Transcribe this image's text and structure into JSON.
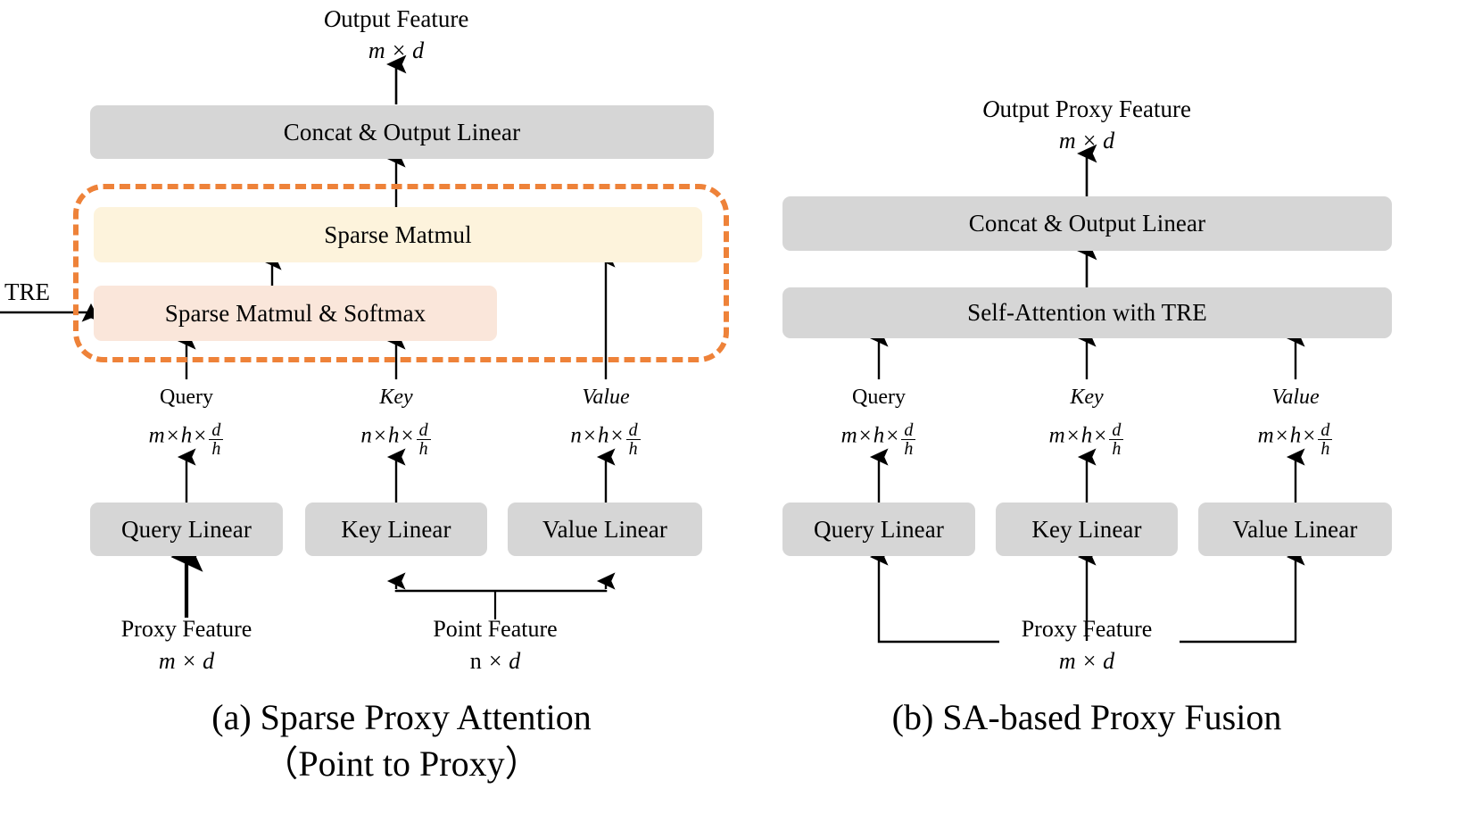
{
  "figure": {
    "panels": [
      {
        "id": "a",
        "caption_line1": "(a)  Sparse Proxy Attention",
        "caption_line2": "（Point to Proxy）",
        "output": {
          "title": "Output Feature",
          "dims": "m × d"
        },
        "blocks": [
          {
            "name": "concat-output-linear",
            "label": "Concat & Output Linear",
            "color": "#d6d6d6"
          },
          {
            "name": "sparse-matmul",
            "label": "Sparse Matmul",
            "color": "#fdf3dc"
          },
          {
            "name": "sparse-matmul-softmax",
            "label": "Sparse Matmul & Softmax",
            "color": "#fae6da"
          },
          {
            "name": "query-linear",
            "label": "Query Linear",
            "color": "#d6d6d6"
          },
          {
            "name": "key-linear",
            "label": "Key Linear",
            "color": "#d6d6d6"
          },
          {
            "name": "value-linear",
            "label": "Value Linear",
            "color": "#d6d6d6"
          }
        ],
        "side_input": {
          "label": "TRE"
        },
        "streams": [
          {
            "name": "query",
            "label": "Query",
            "italic": false,
            "dim_prefix": "m",
            "dim_mid": "h",
            "dim_num": "d",
            "dim_den": "h"
          },
          {
            "name": "key",
            "label": "Key",
            "italic": true,
            "dim_prefix": "n",
            "dim_mid": "h",
            "dim_num": "d",
            "dim_den": "h"
          },
          {
            "name": "value",
            "label": "Value",
            "italic": true,
            "dim_prefix": "n",
            "dim_mid": "h",
            "dim_num": "d",
            "dim_den": "h"
          }
        ],
        "inputs": [
          {
            "name": "proxy-feature",
            "title": "Proxy Feature",
            "dims": "m × d"
          },
          {
            "name": "point-feature",
            "title": "Point Feature",
            "dims": "n × d"
          }
        ],
        "highlight": {
          "name": "sparse-attention-highlight",
          "color": "#ee8239",
          "style": "dashed"
        }
      },
      {
        "id": "b",
        "caption_line1": "(b) SA-based Proxy Fusion",
        "caption_line2": "",
        "output": {
          "title": "Output Proxy Feature",
          "dims": "m × d"
        },
        "blocks": [
          {
            "name": "concat-output-linear",
            "label": "Concat & Output Linear",
            "color": "#d6d6d6"
          },
          {
            "name": "self-attention-with-tre",
            "label": "Self-Attention with TRE",
            "color": "#d6d6d6"
          },
          {
            "name": "query-linear",
            "label": "Query Linear",
            "color": "#d6d6d6"
          },
          {
            "name": "key-linear",
            "label": "Key Linear",
            "color": "#d6d6d6"
          },
          {
            "name": "value-linear",
            "label": "Value Linear",
            "color": "#d6d6d6"
          }
        ],
        "streams": [
          {
            "name": "query",
            "label": "Query",
            "italic": false,
            "dim_prefix": "m",
            "dim_mid": "h",
            "dim_num": "d",
            "dim_den": "h"
          },
          {
            "name": "key",
            "label": "Key",
            "italic": true,
            "dim_prefix": "m",
            "dim_mid": "h",
            "dim_num": "d",
            "dim_den": "h"
          },
          {
            "name": "value",
            "label": "Value",
            "italic": true,
            "dim_prefix": "m",
            "dim_mid": "h",
            "dim_num": "d",
            "dim_den": "h"
          }
        ],
        "inputs": [
          {
            "name": "proxy-feature",
            "title": "Proxy Feature",
            "dims": "m × d"
          }
        ]
      }
    ],
    "symbols": {
      "times": "×"
    }
  }
}
